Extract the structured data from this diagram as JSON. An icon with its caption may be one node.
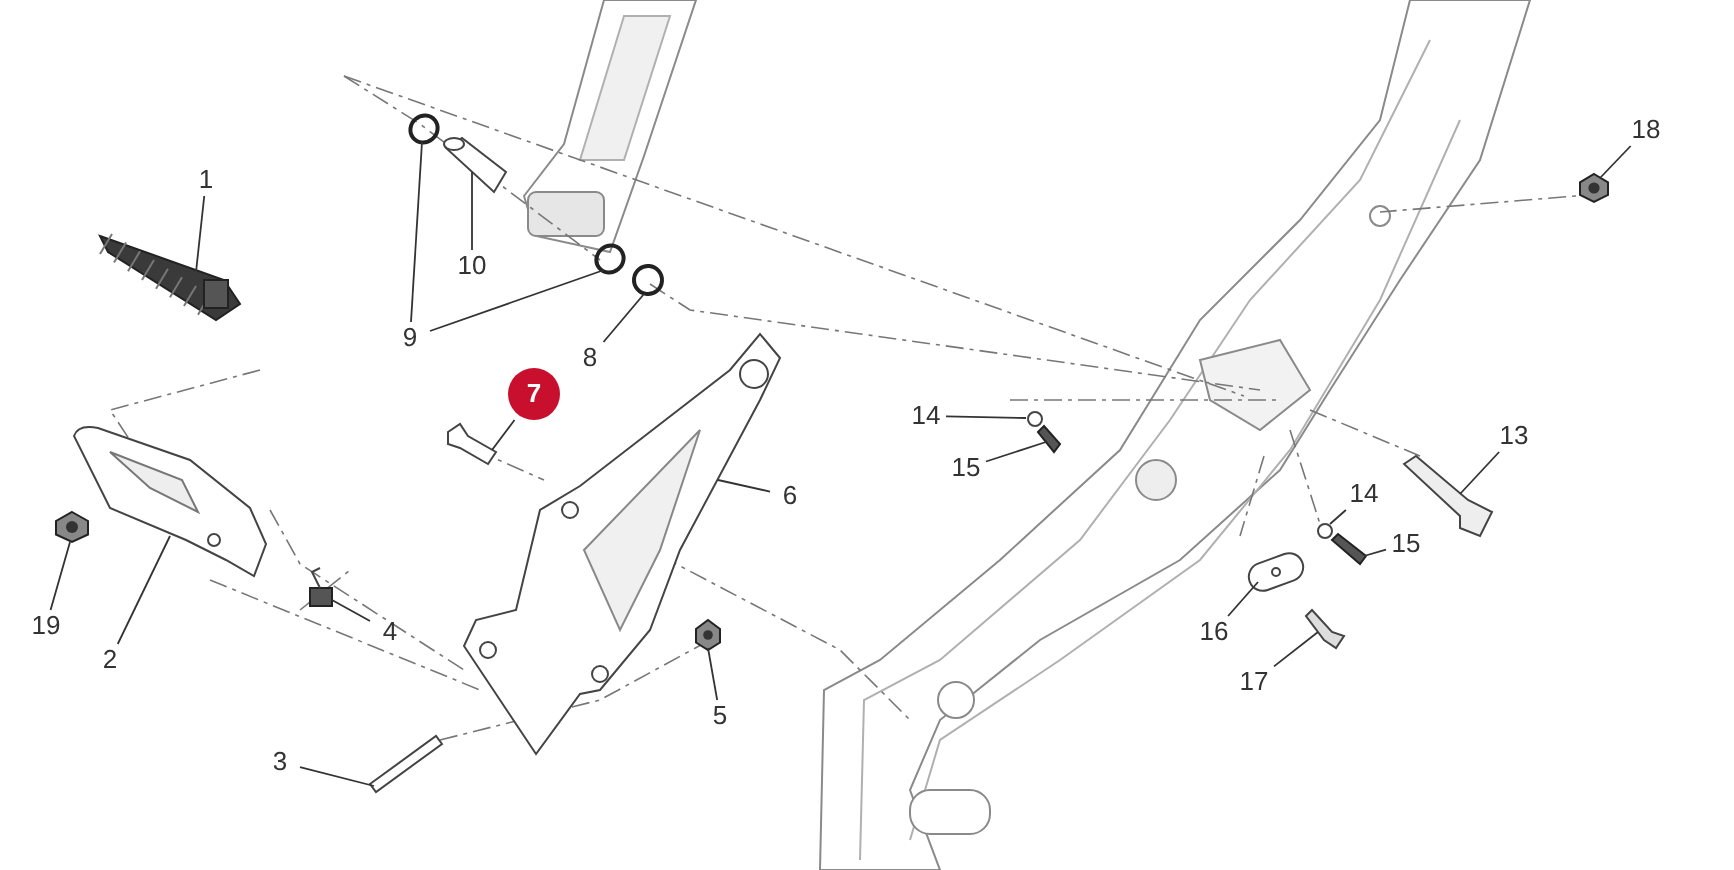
{
  "diagram": {
    "nodes": [
      {
        "text": [
          "1"
        ]
      },
      {
        "text": [],
        "shape": "picture"
      },
      {
        "text": [
          "2"
        ]
      },
      {
        "text": [],
        "shape": "picture"
      },
      {
        "text": [
          "3"
        ]
      },
      {
        "text": [],
        "shape": "picture"
      },
      {
        "text": [
          "4"
        ]
      },
      {
        "text": [],
        "shape": "picture"
      },
      {
        "text": [
          "5"
        ]
      },
      {
        "text": [],
        "shape": "picture"
      },
      {
        "text": [
          "6"
        ]
      },
      {
        "text": [],
        "shape": "picture"
      },
      {
        "text": [
          "7"
        ]
      },
      {
        "text": [],
        "shape": "picture"
      },
      {
        "text": [
          "8"
        ]
      },
      {
        "text": [],
        "shape": "circle"
      },
      {
        "text": [
          "9"
        ]
      },
      {
        "text": [],
        "shape": "circle"
      },
      {
        "text": [],
        "shape": "circle"
      },
      {
        "text": [
          "10"
        ]
      },
      {
        "text": [],
        "shape": "picture"
      },
      {
        "text": [
          "13"
        ]
      },
      {
        "text": [],
        "shape": "picture"
      },
      {
        "text": [
          "14"
        ]
      },
      {
        "text": [],
        "shape": "circle"
      },
      {
        "text": [
          "15"
        ]
      },
      {
        "text": [],
        "shape": "picture"
      },
      {
        "text": [
          "14"
        ]
      },
      {
        "text": [],
        "shape": "circle"
      },
      {
        "text": [
          "15"
        ]
      },
      {
        "text": [],
        "shape": "picture"
      },
      {
        "text": [
          "16"
        ]
      },
      {
        "text": [],
        "shape": "picture"
      },
      {
        "text": [
          "17"
        ]
      },
      {
        "text": [],
        "shape": "picture"
      },
      {
        "text": [
          "18"
        ]
      },
      {
        "text": [],
        "shape": "picture"
      },
      {
        "text": [
          "19"
        ]
      },
      {
        "text": [],
        "shape": "picture"
      }
    ],
    "edges": [
      {
        "from": 0,
        "to": 1,
        "arrow": "none"
      },
      {
        "from": 2,
        "to": 3,
        "arrow": "none"
      },
      {
        "from": 4,
        "to": 5,
        "arrow": "none"
      },
      {
        "from": 6,
        "to": 7,
        "arrow": "none"
      },
      {
        "from": 8,
        "to": 9,
        "arrow": "none"
      },
      {
        "from": 10,
        "to": 11,
        "arrow": "none"
      },
      {
        "from": 12,
        "to": 13,
        "arrow": "none"
      },
      {
        "from": 14,
        "to": 15,
        "arrow": "none"
      },
      {
        "from": 16,
        "to": 17,
        "arrow": "none"
      },
      {
        "from": 16,
        "to": 18,
        "arrow": "none"
      },
      {
        "from": 19,
        "to": 20,
        "arrow": "none"
      },
      {
        "from": 21,
        "to": 22,
        "arrow": "none"
      },
      {
        "from": 23,
        "to": 24,
        "arrow": "none"
      },
      {
        "from": 25,
        "to": 26,
        "arrow": "none"
      },
      {
        "from": 27,
        "to": 28,
        "arrow": "none"
      },
      {
        "from": 29,
        "to": 30,
        "arrow": "none"
      },
      {
        "from": 31,
        "to": 32,
        "arrow": "none"
      },
      {
        "from": 33,
        "to": 34,
        "arrow": "none"
      },
      {
        "from": 35,
        "to": 36,
        "arrow": "none"
      },
      {
        "from": 37,
        "to": 38,
        "arrow": "none"
      }
    ]
  }
}
